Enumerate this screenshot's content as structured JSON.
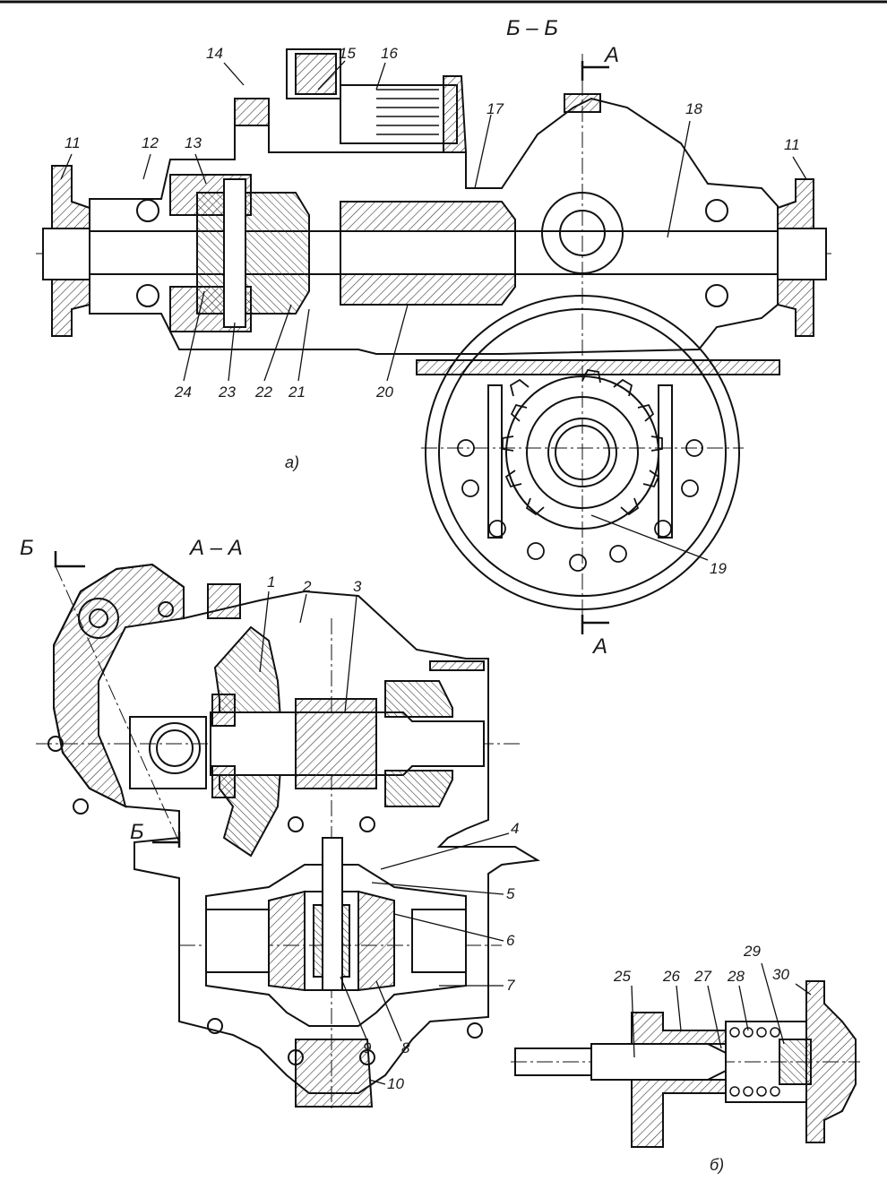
{
  "sections": {
    "bb": "Б – Б",
    "aa": "А – А",
    "a_top": "А",
    "a_bottom": "А",
    "b_top": "Б",
    "b_bottom": "Б"
  },
  "sublabels": {
    "a": "а)",
    "b": "б)"
  },
  "callouts": {
    "n1": "1",
    "n2": "2",
    "n3": "3",
    "n4": "4",
    "n5": "5",
    "n6": "6",
    "n7": "7",
    "n8": "8",
    "n9": "9",
    "n10": "10",
    "n11a": "11",
    "n11b": "11",
    "n12": "12",
    "n13": "13",
    "n14": "14",
    "n15": "15",
    "n16": "16",
    "n17": "17",
    "n18": "18",
    "n19": "19",
    "n20": "20",
    "n21": "21",
    "n22": "22",
    "n23": "23",
    "n24": "24",
    "n25": "25",
    "n26": "26",
    "n27": "27",
    "n28": "28",
    "n29": "29",
    "n30": "30"
  }
}
